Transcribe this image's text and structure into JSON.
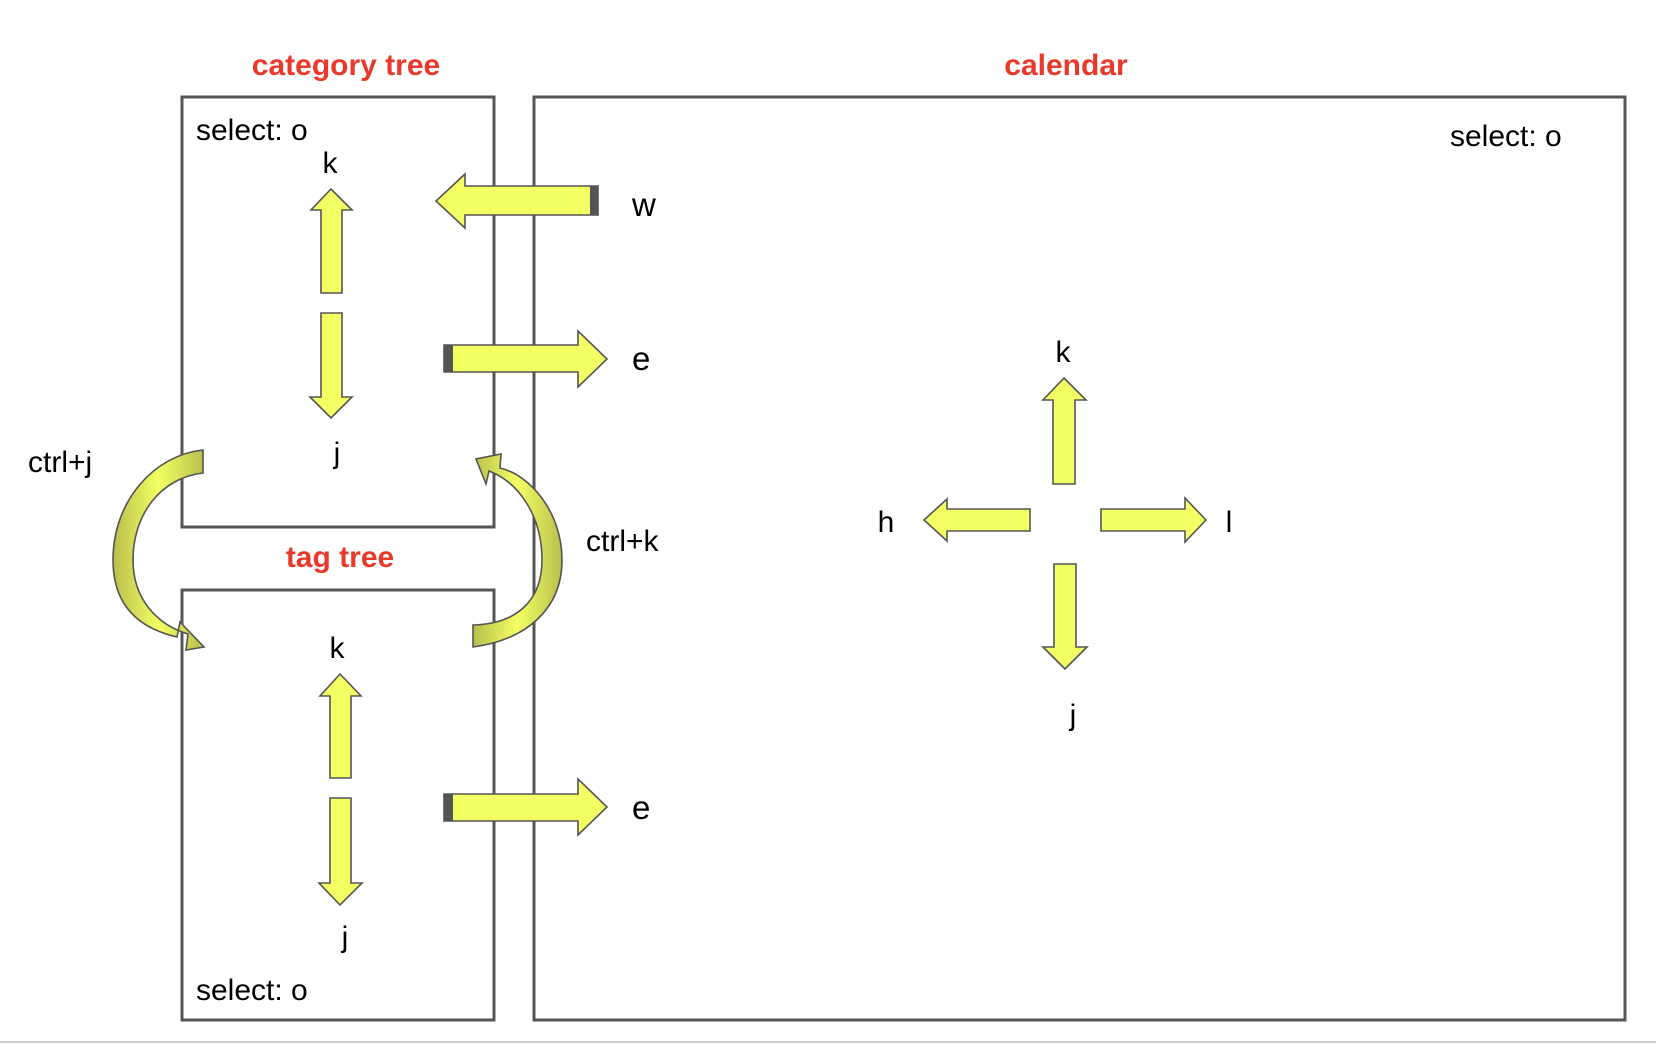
{
  "colors": {
    "title": "#e8392b",
    "arrow_fill": "#f4ff63",
    "arrow_stroke": "#555555",
    "curved_arrow_shade": "#c8cc58",
    "panel_border": "#555555"
  },
  "panels": {
    "category_tree": {
      "title": "category tree",
      "select_label": "select: o",
      "up_key": "k",
      "down_key": "j"
    },
    "tag_tree": {
      "title": "tag tree",
      "select_label": "select: o",
      "up_key": "k",
      "down_key": "j"
    },
    "calendar": {
      "title": "calendar",
      "select_label": "select: o",
      "up_key": "k",
      "down_key": "j",
      "left_key": "h",
      "right_key": "l"
    }
  },
  "transitions": {
    "calendar_to_category": "w",
    "category_to_calendar": "e",
    "tag_to_calendar": "e",
    "category_to_tag": "ctrl+j",
    "tag_to_category": "ctrl+k"
  }
}
